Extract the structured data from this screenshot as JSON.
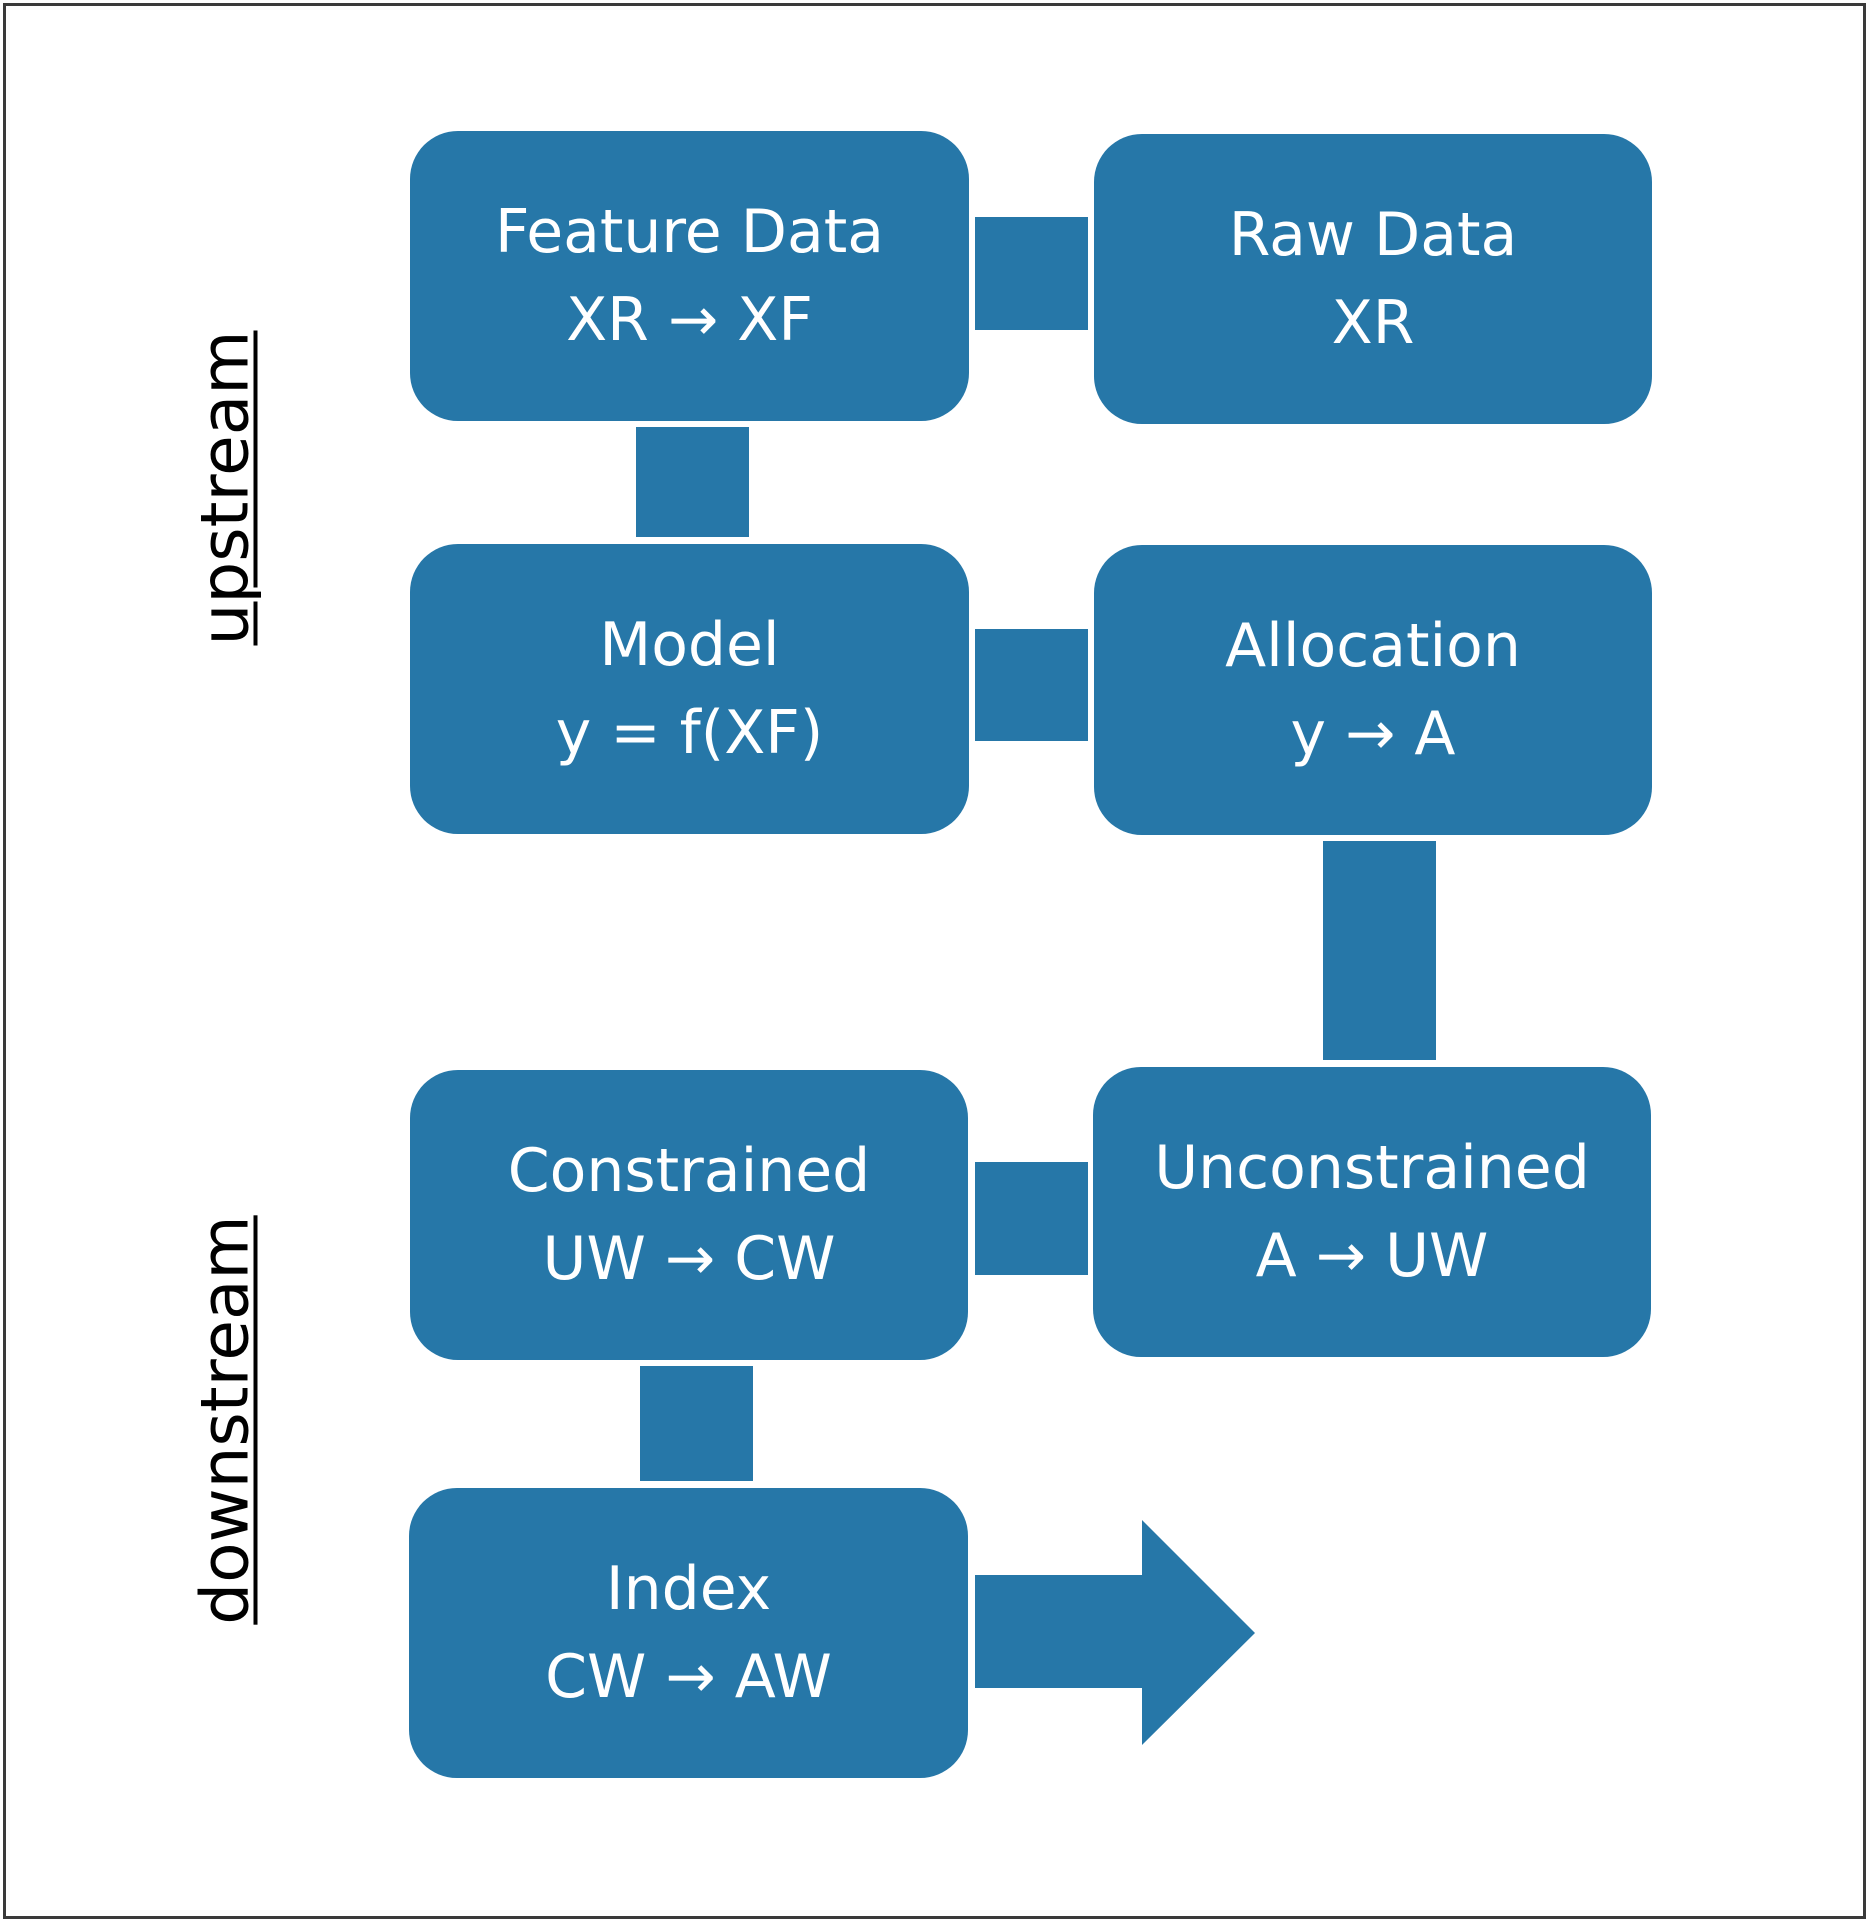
{
  "side_labels": {
    "upstream": "upstream",
    "downstream": "downstream"
  },
  "boxes": {
    "feature_data": {
      "title": "Feature Data",
      "formula": "XR → XF"
    },
    "raw_data": {
      "title": "Raw Data",
      "formula": "XR"
    },
    "model": {
      "title": "Model",
      "formula": "y = f(XF)"
    },
    "allocation": {
      "title": "Allocation",
      "formula": "y → A"
    },
    "constrained": {
      "title": "Constrained",
      "formula": "UW → CW"
    },
    "unconstrained": {
      "title": "Unconstrained",
      "formula": "A → UW"
    },
    "index": {
      "title": "Index",
      "formula": "CW → AW"
    }
  },
  "colors": {
    "box_fill": "#2677a8",
    "box_text": "#ffffff",
    "frame": "#3a3a3a"
  }
}
